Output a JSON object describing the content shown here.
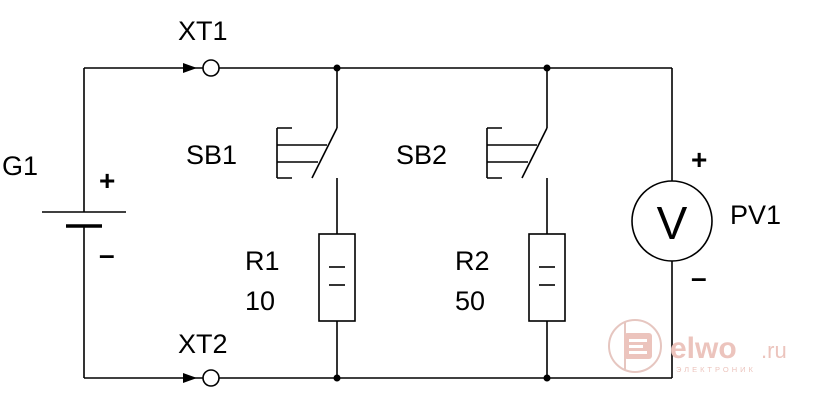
{
  "labels": {
    "xt1": "XT1",
    "xt2": "XT2",
    "g1": "G1",
    "sb1": "SB1",
    "sb2": "SB2",
    "r1": "R1",
    "r1_value": "10",
    "r2": "R2",
    "r2_value": "50",
    "pv1": "PV1",
    "voltmeter_symbol": "V",
    "battery_plus": "+",
    "battery_minus": "–",
    "meter_plus": "+",
    "meter_minus": "–"
  },
  "watermark": {
    "brand_main": "elwo",
    "brand_tld": ".ru",
    "brand_subtitle": "ЭЛЕКТРОНИК",
    "color": "#ecc4bd"
  }
}
